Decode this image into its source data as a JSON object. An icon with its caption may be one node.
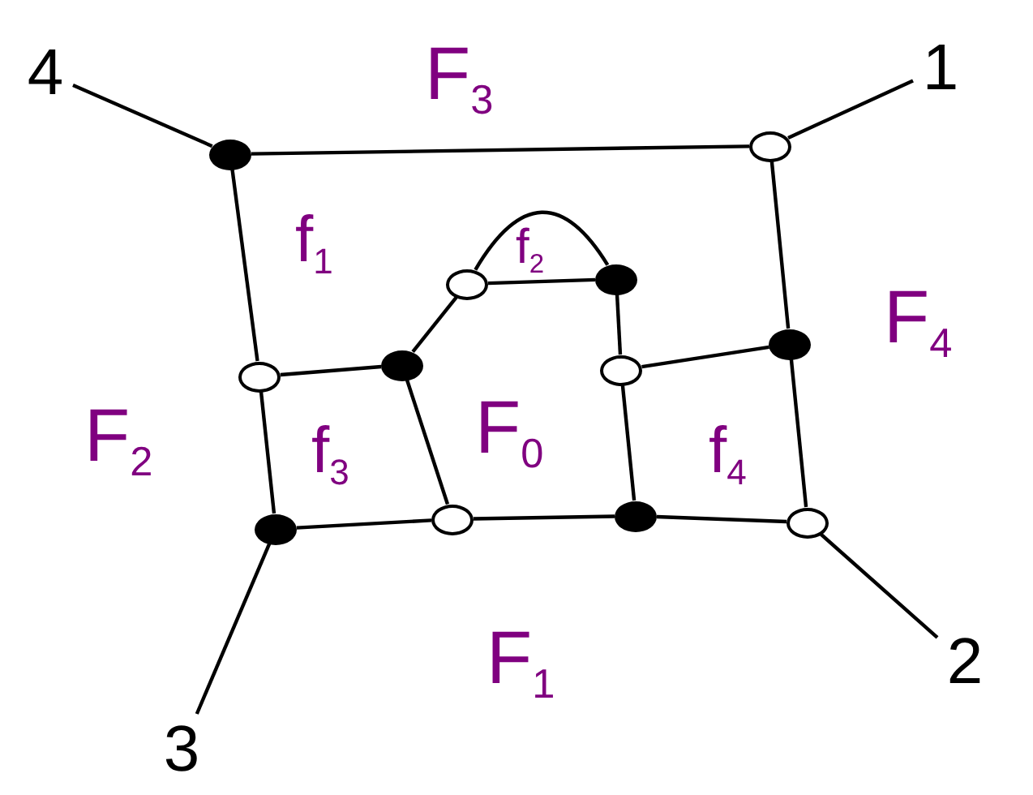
{
  "diagram": {
    "nodes": [
      {
        "text": [
          "4"
        ]
      },
      {
        "text": [
          "1"
        ]
      },
      {
        "text": [],
        "shape": "circle"
      },
      {
        "text": [],
        "shape": "circle"
      },
      {
        "text": [],
        "shape": "circle"
      },
      {
        "text": [],
        "shape": "circle"
      },
      {
        "text": [],
        "shape": "circle"
      },
      {
        "text": [],
        "shape": "circle"
      },
      {
        "text": [],
        "shape": "circle"
      },
      {
        "text": [],
        "shape": "circle"
      },
      {
        "text": [],
        "shape": "circle"
      },
      {
        "text": [],
        "shape": "circle"
      },
      {
        "text": [],
        "shape": "circle"
      },
      {
        "text": [],
        "shape": "circle"
      },
      {
        "text": [
          "2"
        ]
      },
      {
        "text": [
          "3"
        ]
      }
    ],
    "edges": [
      {
        "from": 0,
        "to": 2,
        "arrow": "none"
      },
      {
        "from": 1,
        "to": 3,
        "arrow": "none"
      },
      {
        "from": 2,
        "to": 3,
        "arrow": "none"
      },
      {
        "from": 2,
        "to": 6,
        "arrow": "none"
      },
      {
        "from": 3,
        "to": 9,
        "arrow": "none"
      },
      {
        "from": 6,
        "to": 10,
        "arrow": "none"
      },
      {
        "from": 6,
        "to": 7,
        "arrow": "none"
      },
      {
        "from": 7,
        "to": 4,
        "arrow": "none"
      },
      {
        "from": 4,
        "to": 5,
        "arrow": "none"
      },
      {
        "from": 4,
        "to": 5,
        "arrow": "none"
      },
      {
        "from": 5,
        "to": 8,
        "arrow": "none"
      },
      {
        "from": 8,
        "to": 9,
        "arrow": "none"
      },
      {
        "from": 9,
        "to": 13,
        "arrow": "none"
      },
      {
        "from": 7,
        "to": 11,
        "arrow": "none"
      },
      {
        "from": 10,
        "to": 11,
        "arrow": "none"
      },
      {
        "from": 11,
        "to": 12,
        "arrow": "none"
      },
      {
        "from": 8,
        "to": 12,
        "arrow": "none"
      },
      {
        "from": 12,
        "to": 13,
        "arrow": "none"
      },
      {
        "from": 13,
        "to": 14,
        "arrow": "none"
      },
      {
        "from": 10,
        "to": 15,
        "arrow": "none"
      }
    ],
    "labels": [
      "F$_{3}$",
      "f$_{1}$",
      "f$_{2}$",
      "F$_{4}$",
      "F$_{2}$",
      "f$_{3}$",
      "F$_{0}$",
      "f$_{4}$",
      "F$_{1}$"
    ]
  }
}
